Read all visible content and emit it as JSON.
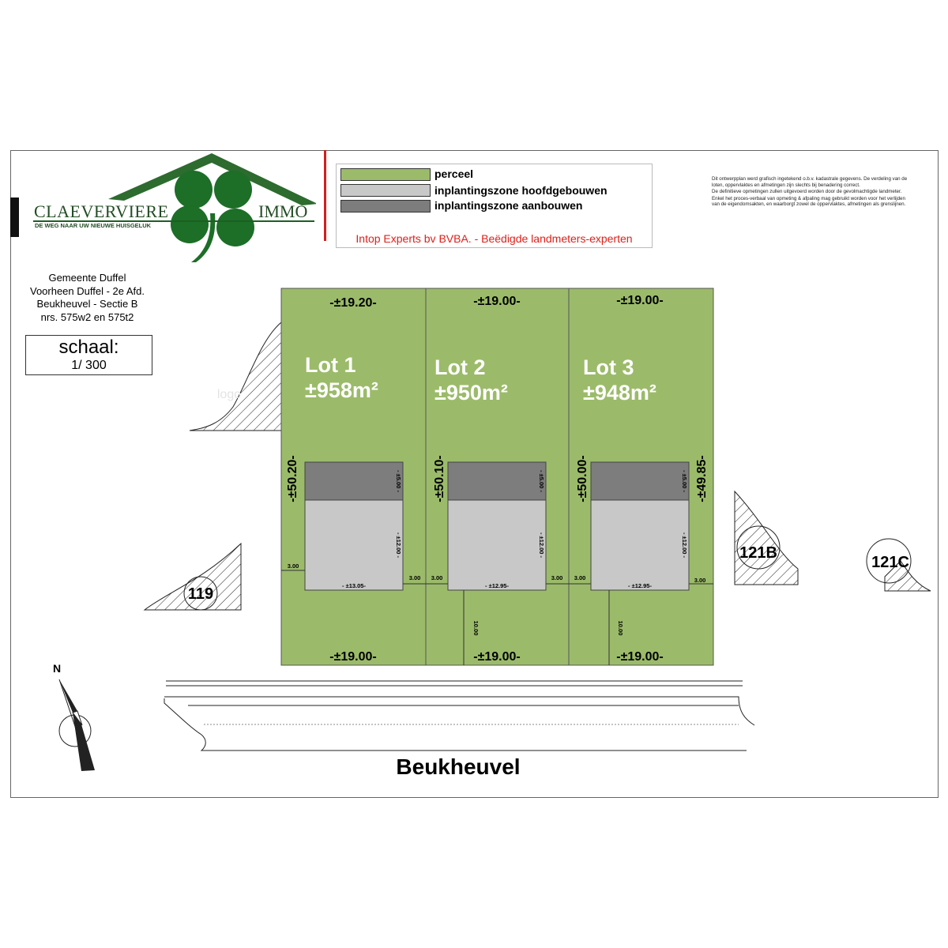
{
  "logo": {
    "brand_left": "CLAEVERVIERE",
    "brand_right": "IMMO",
    "tagline": "DE WEG NAAR UW NIEUWE HUISGELUK"
  },
  "legend": {
    "items": [
      {
        "label": "perceel",
        "color": "#9bbb6a"
      },
      {
        "label": "inplantingszone hoofdgebouwen",
        "color": "#c8c8c8"
      },
      {
        "label": "inplantingszone aanbouwen",
        "color": "#7d7d7d"
      }
    ],
    "surveyor": "Intop Experts bv BVBA. - Beëdigde landmeters-experten"
  },
  "disclaimer": [
    "Dit ontwerpplan werd grafisch ingetekend o.b.v. kadastrale gegevens. De verdeling van de loten, oppervlaktes en afmetingen zijn slechts bij benadering correct.",
    "De definitieve opmetingen zullen uitgevoerd worden door de gevolmachtigde landmeter.",
    "Enkel het proces-verbaal van opmeting & afpaling mag gebruikt worden voor het verlijden van de eigendomsakten, en waarborgt zowel de oppervlaktes, afmetingen als grenslijnen."
  ],
  "location": {
    "line1": "Gemeente Duffel",
    "line2": "Voorheen Duffel - 2e Afd.",
    "line3": "Beukheuvel - Sectie B",
    "line4": "nrs. 575w2 en 575t2"
  },
  "scale": {
    "title": "schaal:",
    "value": "1/ 300"
  },
  "lots": [
    {
      "name": "Lot 1",
      "area": "±958m²",
      "top": "-±19.20-",
      "bottom": "-±19.00-",
      "left_side": "-±50.20-",
      "annex_depth": "- ±5.00 -",
      "main_depth": "- ±12.00 -",
      "building_width": "- ±13.05-",
      "side_left": "3.00",
      "side_right": "3.00"
    },
    {
      "name": "Lot 2",
      "area": "±950m²",
      "top": "-±19.00-",
      "bottom": "-±19.00-",
      "left_side": "-±50.10-",
      "annex_depth": "- ±5.00 -",
      "main_depth": "- ±12.00 -",
      "building_width": "- ±12.95-",
      "side_left": "3.00",
      "side_right": "3.00",
      "front_setback": "10.00"
    },
    {
      "name": "Lot 3",
      "area": "±948m²",
      "top": "-±19.00-",
      "bottom": "-±19.00-",
      "left_side": "-±50.00-",
      "right_side": "-±49.85-",
      "annex_depth": "- ±5.00 -",
      "main_depth": "- ±12.00 -",
      "building_width": "- ±12.95-",
      "side_left": "3.00",
      "side_right": "3.00",
      "front_setback": "10.00"
    }
  ],
  "neighbours": {
    "left": "119",
    "right_1": "121B",
    "right_2": "121C"
  },
  "north": "N",
  "street": "Beukheuvel",
  "watermark": "logo"
}
